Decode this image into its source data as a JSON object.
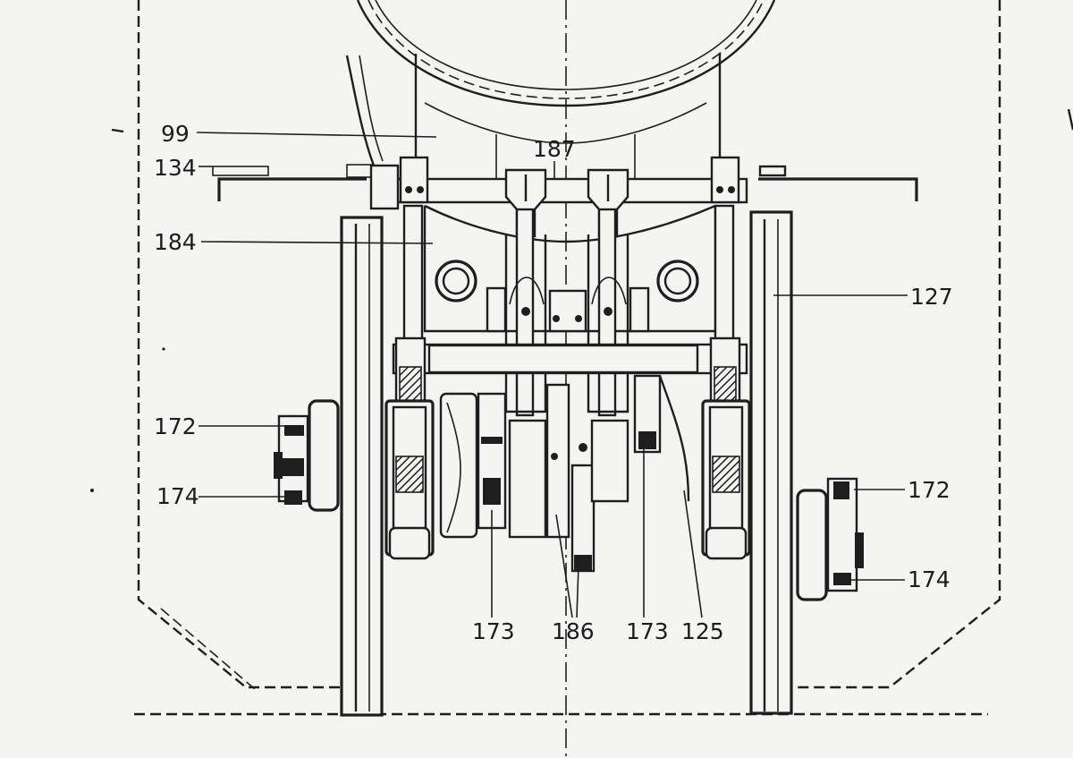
{
  "figure": {
    "callouts": [
      {
        "id": "c99",
        "text": "99"
      },
      {
        "id": "c134",
        "text": "134"
      },
      {
        "id": "c184",
        "text": "184"
      },
      {
        "id": "c187",
        "text": "187"
      },
      {
        "id": "c127",
        "text": "127"
      },
      {
        "id": "c172l",
        "text": "172"
      },
      {
        "id": "c174l",
        "text": "174"
      },
      {
        "id": "c172r",
        "text": "172"
      },
      {
        "id": "c174r",
        "text": "174"
      },
      {
        "id": "c173a",
        "text": "173"
      },
      {
        "id": "c186",
        "text": "186"
      },
      {
        "id": "c173b",
        "text": "173"
      },
      {
        "id": "c125",
        "text": "125"
      }
    ]
  }
}
